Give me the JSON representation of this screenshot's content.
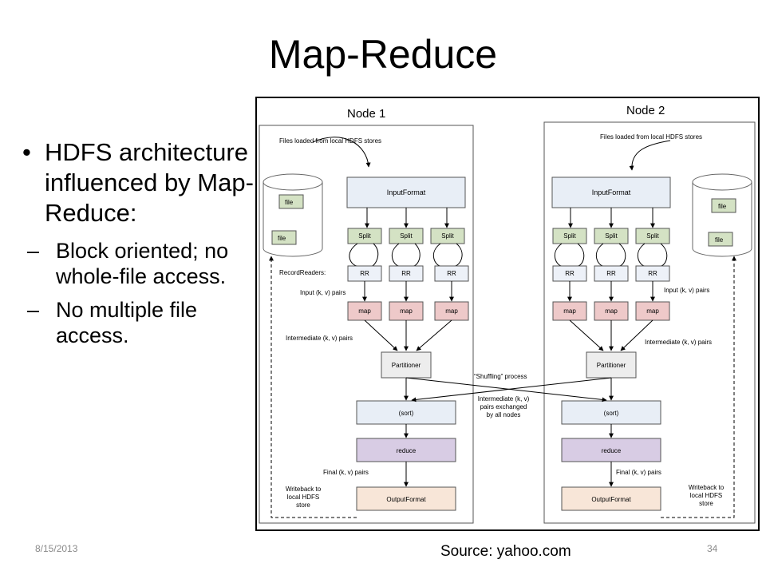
{
  "slide": {
    "title": "Map-Reduce",
    "bullets": [
      {
        "text": "HDFS architecture influenced by Map-Reduce:",
        "sub": [
          "Block oriented; no whole-file access.",
          "No multiple file access."
        ]
      }
    ],
    "footer_date": "8/15/2013",
    "page_number": "34",
    "source": "Source: yahoo.com"
  },
  "diagram": {
    "node1": {
      "title": "Node 1",
      "files_label": "Files loaded from local HDFS stores",
      "files": [
        "file",
        "file"
      ],
      "input_format": "InputFormat",
      "splits": [
        "Split",
        "Split",
        "Split"
      ],
      "record_readers_label": "RecordReaders:",
      "rrs": [
        "RR",
        "RR",
        "RR"
      ],
      "input_pairs": "Input (k, v) pairs",
      "maps": [
        "map",
        "map",
        "map"
      ],
      "intermediate_pairs": "Intermediate (k, v) pairs",
      "partitioner": "Partitioner",
      "sort": "(sort)",
      "reduce": "reduce",
      "final_pairs": "Final (k, v) pairs",
      "output_format": "OutputFormat",
      "writeback": [
        "Writeback to",
        "local HDFS",
        "store"
      ]
    },
    "node2": {
      "title": "Node 2",
      "files_label": "Files loaded from local HDFS stores",
      "files": [
        "file",
        "file"
      ],
      "input_format": "InputFormat",
      "splits": [
        "Split",
        "Split",
        "Split"
      ],
      "rrs": [
        "RR",
        "RR",
        "RR"
      ],
      "input_pairs": "Input (k, v) pairs",
      "maps": [
        "map",
        "map",
        "map"
      ],
      "intermediate_pairs": "Intermediate (k, v) pairs",
      "partitioner": "Partitioner",
      "sort": "(sort)",
      "reduce": "reduce",
      "final_pairs": "Final (k, v) pairs",
      "output_format": "OutputFormat",
      "writeback": [
        "Writeback to",
        "local HDFS",
        "store"
      ]
    },
    "shuffling": "“Shuffling” process",
    "exchanged": [
      "Intermediate (k, v)",
      "pairs exchanged",
      "by all nodes"
    ],
    "colors": {
      "input_fill": "#e8eef6",
      "split_fill": "#d4e2c4",
      "rr_fill": "#edf1f8",
      "map_fill": "#eec9c9",
      "part_fill": "#ededed",
      "sort_fill": "#e8eef6",
      "reduce_fill": "#d8cce4",
      "output_fill": "#f8e6d8",
      "file_fill": "#d4e2c4"
    }
  }
}
